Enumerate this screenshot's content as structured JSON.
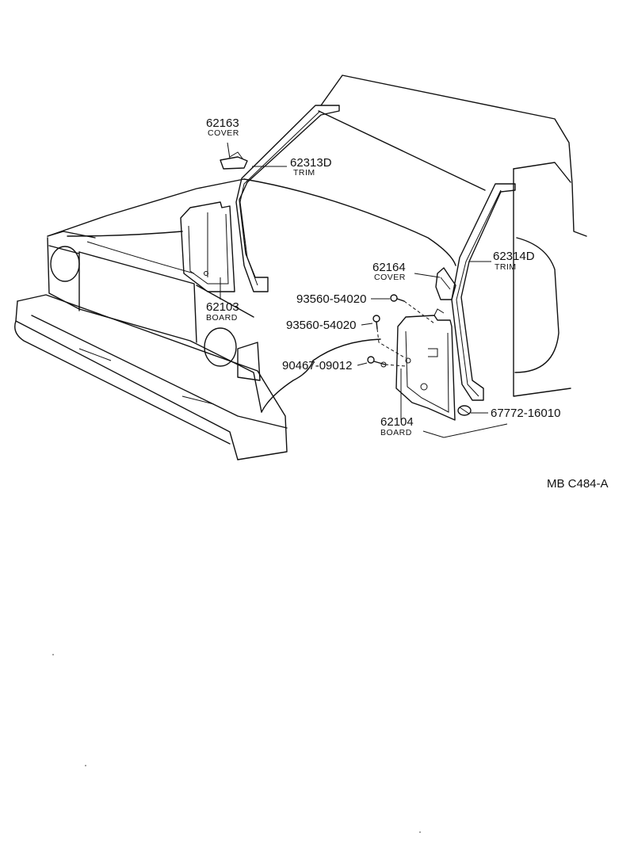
{
  "labels": {
    "cover_left_pn": "62163",
    "cover_left_nm": "COVER",
    "trim_left_pn": "62313D",
    "trim_left_nm": "TRIM",
    "board_left_pn": "62103",
    "board_left_nm": "BOARD",
    "cover_right_pn": "62164",
    "cover_right_nm": "COVER",
    "trim_right_pn": "62314D",
    "trim_right_nm": "TRIM",
    "screw_a_pn": "93560-54020",
    "screw_b_pn": "93560-54020",
    "clip_pn": "90467-09012",
    "board_right_pn": "62104",
    "board_right_nm": "BOARD",
    "grommet_pn": "67772-16010",
    "figure_code": "MB  C484-A"
  }
}
